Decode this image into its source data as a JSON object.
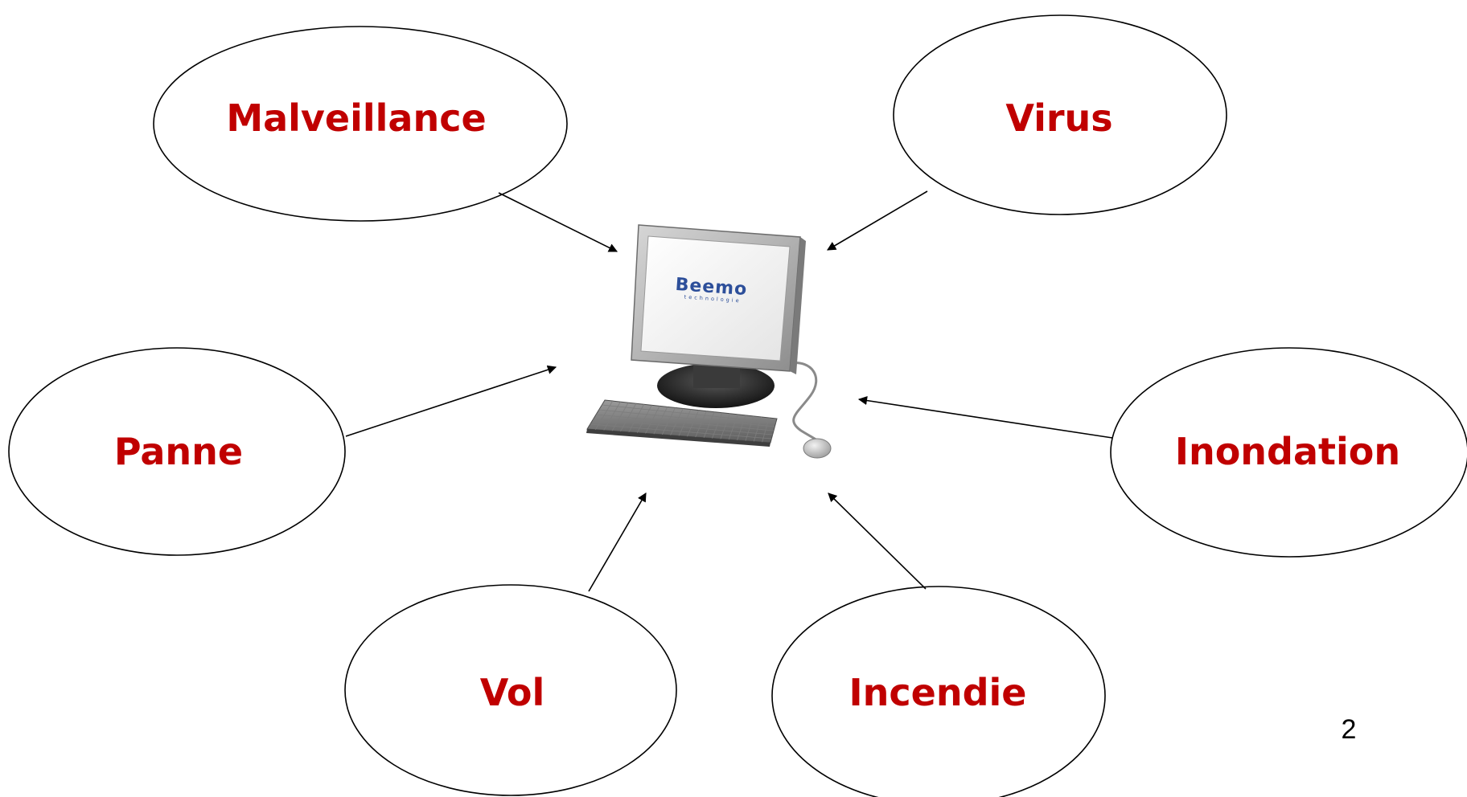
{
  "threats": [
    {
      "id": "malveillance",
      "label": "Malveillance"
    },
    {
      "id": "virus",
      "label": "Virus"
    },
    {
      "id": "panne",
      "label": "Panne"
    },
    {
      "id": "inondation",
      "label": "Inondation"
    },
    {
      "id": "vol",
      "label": "Vol"
    },
    {
      "id": "incendie",
      "label": "Incendie"
    }
  ],
  "computer": {
    "screen_logo": "Beemo",
    "screen_logo_sub": "technologie"
  },
  "page_number": "2",
  "colors": {
    "label": "#c00000",
    "outline": "#000000",
    "logo": "#2d4f9a"
  }
}
